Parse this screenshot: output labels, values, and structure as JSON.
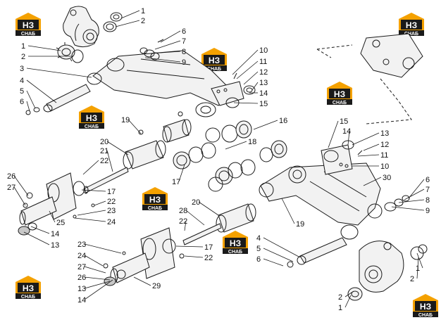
{
  "brand": {
    "logo_text": "НЗ",
    "logo_subtext": "СНАБ",
    "logo_color": "#f4a100",
    "logo_dark": "#1a1a1a"
  },
  "colors": {
    "line": "#1a1a1a",
    "part_fill": "#f2f2f2",
    "shade": "#c8c8c8"
  },
  "callouts": [
    "1",
    "2",
    "1",
    "2",
    "3",
    "4",
    "5",
    "6",
    "6",
    "7",
    "8",
    "9",
    "10",
    "11",
    "12",
    "13",
    "14",
    "15",
    "16",
    "17",
    "18",
    "19",
    "20",
    "21",
    "22",
    "26",
    "27",
    "17",
    "22",
    "23",
    "25",
    "24",
    "14",
    "13",
    "15",
    "14",
    "13",
    "12",
    "11",
    "10",
    "30",
    "6",
    "7",
    "8",
    "9",
    "19",
    "20",
    "28",
    "22",
    "17",
    "22",
    "23",
    "24",
    "27",
    "26",
    "13",
    "14",
    "29",
    "4",
    "5",
    "6",
    "1",
    "2",
    "2",
    "1"
  ]
}
